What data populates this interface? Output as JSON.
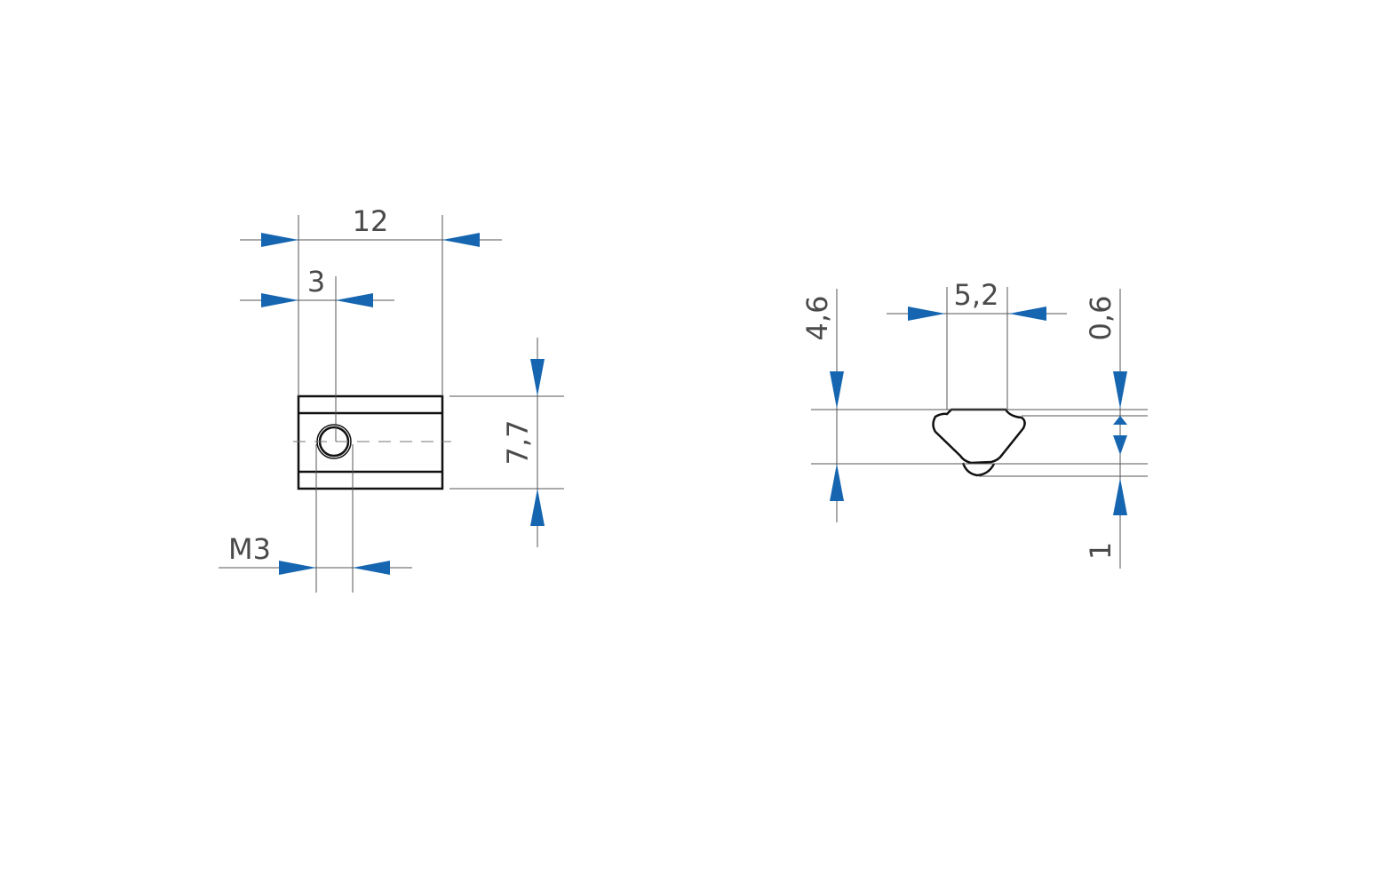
{
  "colors": {
    "arrow": "#1565b0",
    "dimension_text": "#4a4a4a",
    "outline": "#111111",
    "extension_line": "#555555"
  },
  "front_view": {
    "width_label": "12",
    "hole_offset_label": "3",
    "height_label": "7,7",
    "thread_label": "M3"
  },
  "side_view": {
    "total_height_label": "4,6",
    "top_width_label": "5,2",
    "lip_label": "0,6",
    "bottom_label": "1"
  }
}
